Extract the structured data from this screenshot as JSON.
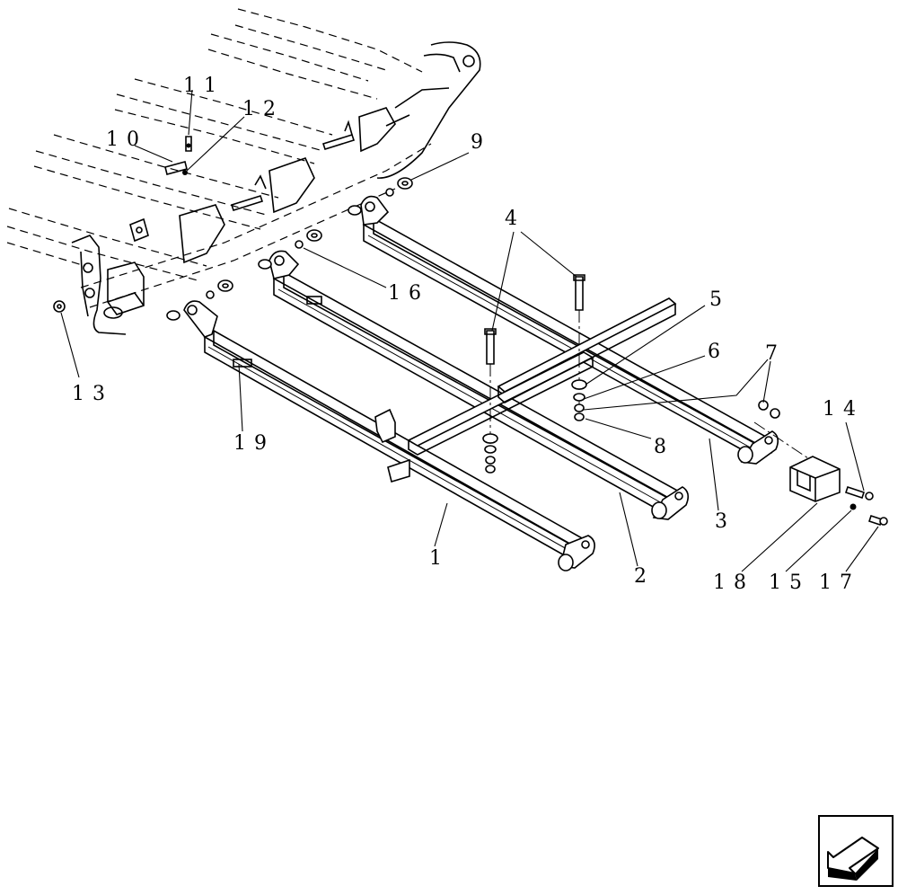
{
  "callouts": [
    {
      "id": "c1",
      "label": "1"
    },
    {
      "id": "c2",
      "label": "2"
    },
    {
      "id": "c3",
      "label": "3"
    },
    {
      "id": "c4",
      "label": "4"
    },
    {
      "id": "c5",
      "label": "5"
    },
    {
      "id": "c6",
      "label": "6"
    },
    {
      "id": "c7",
      "label": "7"
    },
    {
      "id": "c8",
      "label": "8"
    },
    {
      "id": "c9",
      "label": "9"
    },
    {
      "id": "c10",
      "label": "10"
    },
    {
      "id": "c11",
      "label": "11"
    },
    {
      "id": "c12",
      "label": "12"
    },
    {
      "id": "c13",
      "label": "13"
    },
    {
      "id": "c14",
      "label": "14"
    },
    {
      "id": "c15",
      "label": "15"
    },
    {
      "id": "c16",
      "label": "16"
    },
    {
      "id": "c17",
      "label": "17"
    },
    {
      "id": "c18",
      "label": "18"
    },
    {
      "id": "c19",
      "label": "19"
    }
  ],
  "icons": {
    "orientation": "front-direction-arrow-icon"
  },
  "colors": {
    "line": "#000000",
    "background": "#ffffff"
  }
}
